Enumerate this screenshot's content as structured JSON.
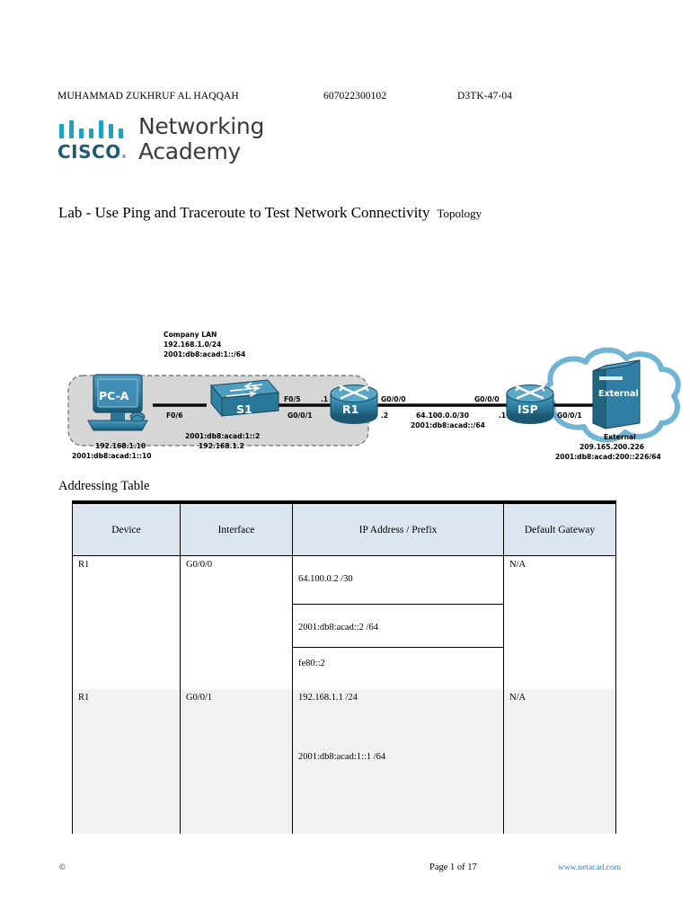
{
  "header": {
    "student_name": "MUHAMMAD ZUKHRUF AL HAQQAH",
    "student_id": "607022300102",
    "class_code": "D3TK-47-04"
  },
  "logo": {
    "cisco_wordmark": "CISCO",
    "cisco_dot": ".",
    "line1": "Networking",
    "line2": "Academy",
    "bridge_color": "#1da1c4",
    "cisco_color": "#1f5c74"
  },
  "title": {
    "main": "Lab - Use Ping and Traceroute to Test Network Connectivity",
    "sub": "Topology"
  },
  "topology": {
    "lan_cloud_label": {
      "line1": "Company LAN",
      "line2": "192.168.1.0/24",
      "line3": "2001:db8:acad:1::/64"
    },
    "pc": {
      "name": "PC-A",
      "ipv4": "192.168.1.10",
      "ipv6": "2001:db8:acad:1::10"
    },
    "switch": {
      "name": "S1",
      "ipv6": "2001:db8:acad:1::2",
      "ipv4": "192.168.1.2",
      "port_to_pc": "F0/6",
      "port_to_router": "F0/5"
    },
    "router_r1": {
      "name": "R1",
      "iface_lan": "G0/0/1",
      "iface_lan_host": ".1",
      "iface_wan": "G0/0/0",
      "iface_wan_host": ".2"
    },
    "wan_link": {
      "ipv4_network": "64.100.0.0/30",
      "ipv6_network": "2001:db8:acad::/64"
    },
    "router_isp": {
      "name": "ISP",
      "iface_wan": "G0/0/0",
      "iface_wan_host": ".1",
      "iface_lan": "G0/0/1"
    },
    "server": {
      "badge": "External",
      "name": "External",
      "ipv4": "209.165.200.226",
      "ipv6": "2001:db8:acad:200::226/64"
    },
    "colors": {
      "device_fill": "#2e7fa3",
      "device_dark": "#1d5871",
      "cloud": "#6fb4d4",
      "lan_box": "#d6d6d6"
    }
  },
  "addressing_table": {
    "section_title": "Addressing Table",
    "columns": [
      "Device",
      "Interface",
      "IP Address / Prefix",
      "Default Gateway"
    ],
    "rows": [
      {
        "device": "R1",
        "interface": "G0/0/0",
        "ip_lines": [
          "64.100.0.2 /30",
          "2001:db8:acad::2 /64",
          "fe80::2"
        ],
        "gateway": "N/A"
      },
      {
        "device": "R1",
        "interface": "G0/0/1",
        "ip_lines": [
          "192.168.1.1 /24",
          "2001:db8:acad:1::1 /64",
          ""
        ],
        "gateway": "N/A"
      }
    ]
  },
  "footer": {
    "copyright": "©",
    "page": "Page 1 of 17",
    "url": "www.netacad.com",
    "url_color": "#2f7fd0"
  }
}
